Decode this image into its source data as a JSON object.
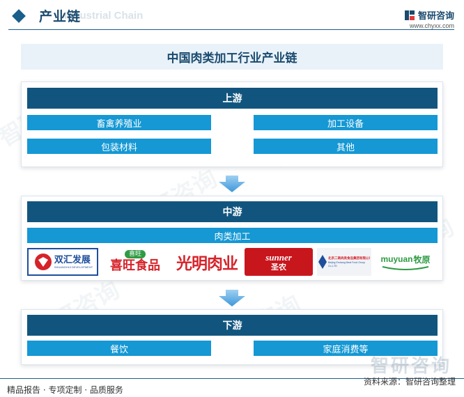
{
  "header": {
    "title": "产业链",
    "subtitle": "Industrial Chain",
    "brand_name": "智研咨询",
    "brand_url": "www.chyxx.com",
    "accent": "#1a5f8c"
  },
  "main_title": "中国肉类加工行业产业链",
  "upstream": {
    "label": "上游",
    "items": [
      "畜禽养殖业",
      "加工设备",
      "包装材料",
      "其他"
    ]
  },
  "midstream": {
    "label": "中游",
    "item": "肉类加工",
    "logos": [
      {
        "icon": "shuanghui-logo",
        "text": "双汇发展",
        "sub": "SHUANGHUI DEVELOPMENT"
      },
      {
        "icon": "xiwang-logo",
        "badge": "喜旺",
        "text": "喜旺食品"
      },
      {
        "icon": "guangming-logo",
        "text": "光明肉业"
      },
      {
        "icon": "sunner-logo",
        "badge": "sunner",
        "text": "圣农"
      },
      {
        "icon": "erwei-logo",
        "text": "北京二商肉类食品集团有限公司",
        "sub": "Beijing Ershang Meat Food Group Co.,LTD"
      },
      {
        "icon": "muyuan-logo",
        "badge": "muyuan",
        "text": "牧原"
      }
    ]
  },
  "downstream": {
    "label": "下游",
    "items": [
      "餐饮",
      "家庭消费等"
    ]
  },
  "watermark_brand": "智研咨询",
  "footer": {
    "left": "精品报告 · 专项定制 · 品质服务",
    "right": "资料来源：智研咨询整理"
  },
  "colors": {
    "stage_bar": "#11557e",
    "item": "#1598d4",
    "arrow": "#5aaee6"
  }
}
